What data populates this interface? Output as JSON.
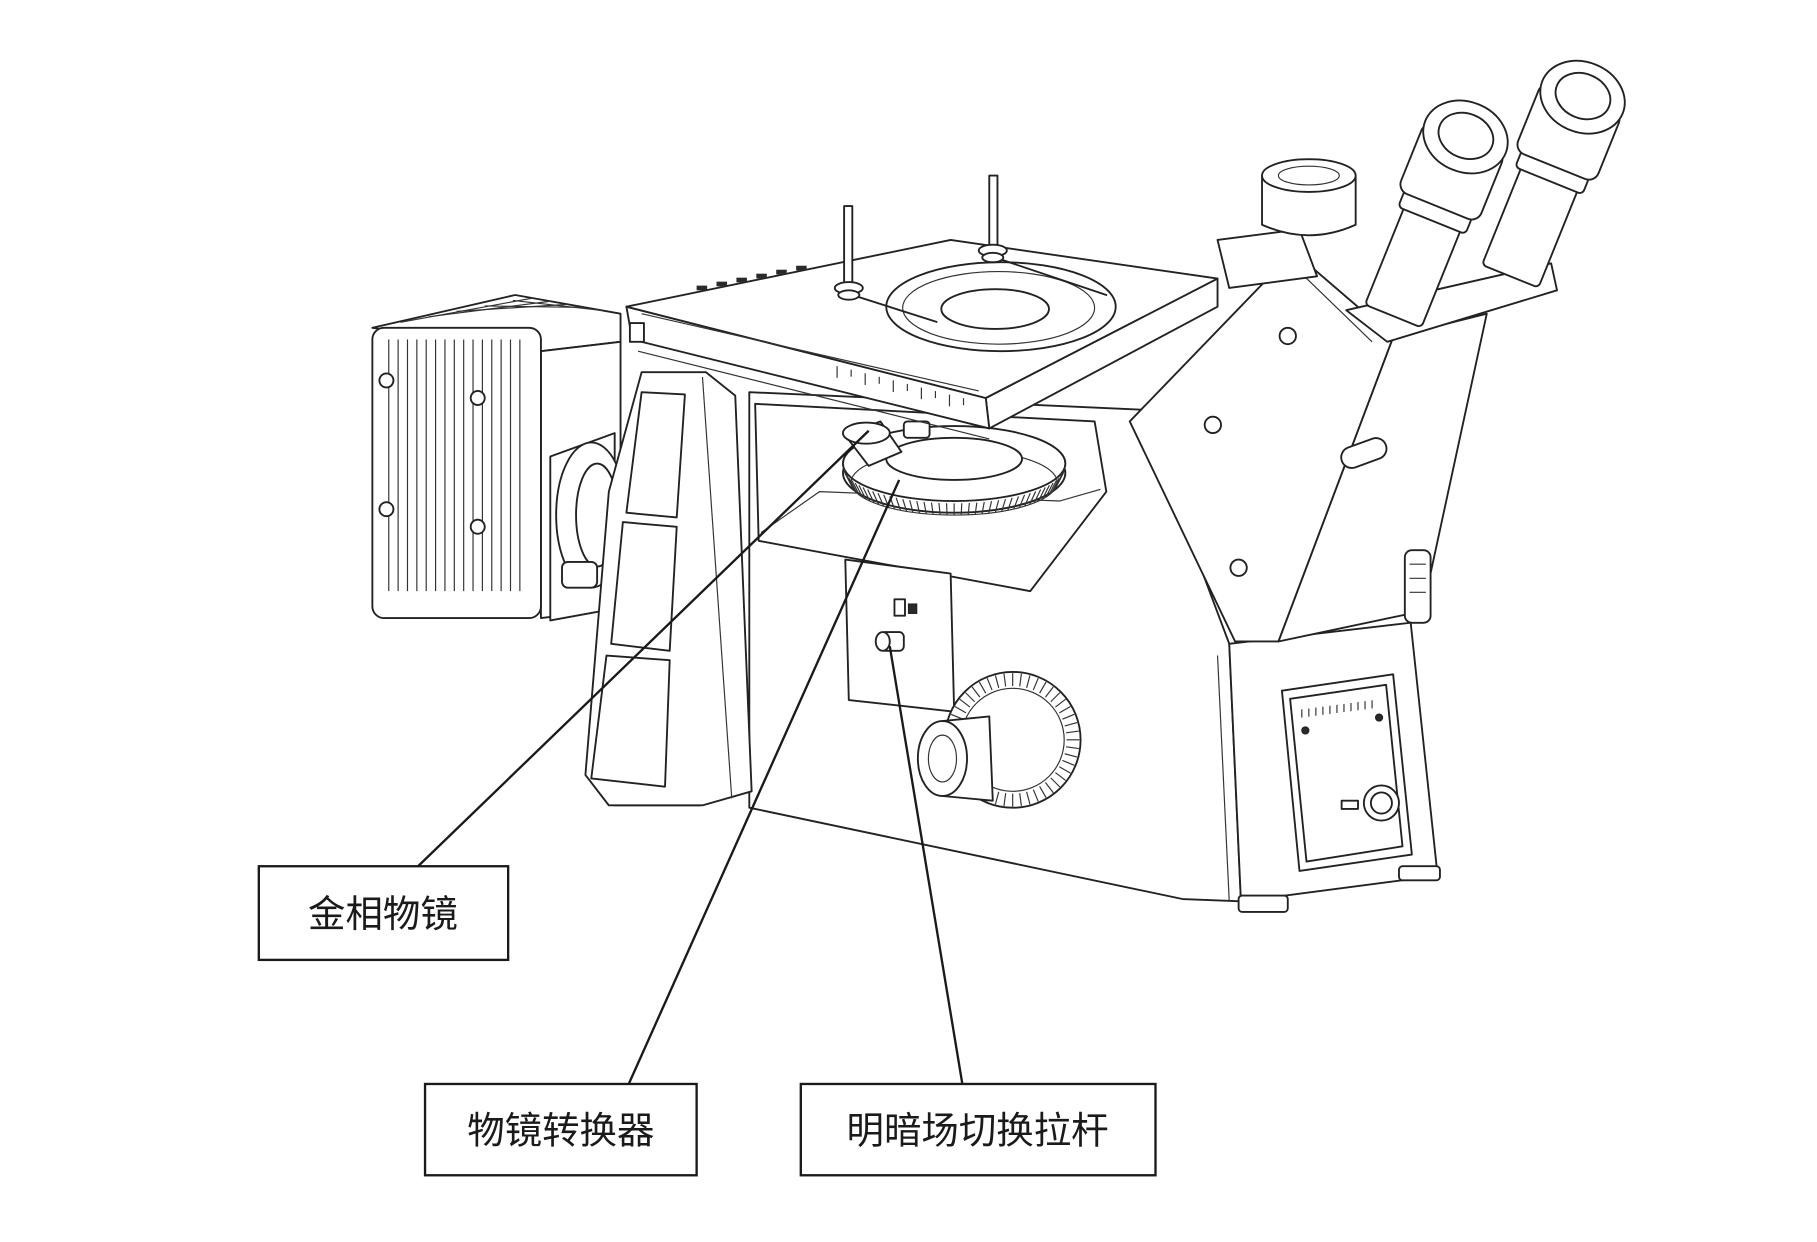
{
  "labels": {
    "objective": "金相物镜",
    "nosepiece": "物镜转换器",
    "bf_df_slider": "明暗场切换拉杆"
  },
  "colors": {
    "line": "#222222",
    "background": "#ffffff"
  }
}
